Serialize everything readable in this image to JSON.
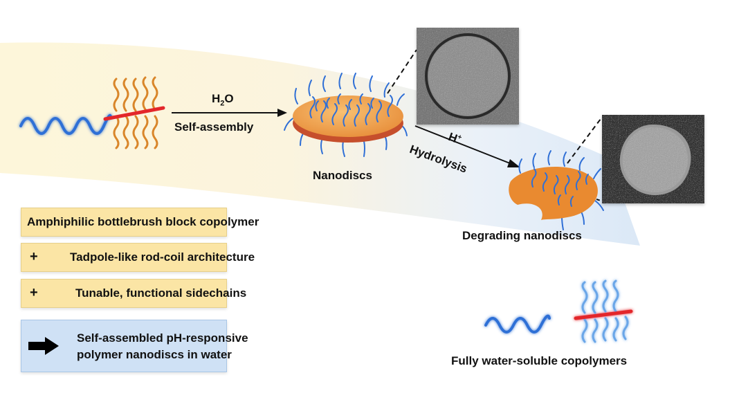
{
  "reaction1": {
    "reagent_main": "H",
    "reagent_sub": "2",
    "reagent_tail": "O",
    "process": "Self-assembly"
  },
  "reaction2": {
    "reagent_main": "H",
    "reagent_sup": "+",
    "process": "Hydrolysis"
  },
  "labels": {
    "nanodiscs": "Nanodiscs",
    "degrading": "Degrading nanodiscs",
    "soluble": "Fully water-soluble copolymers"
  },
  "features": {
    "title": "Amphiphilic bottlebrush block copolymer",
    "plus_symbol": "+",
    "items": [
      "Tadpole-like rod-coil architecture",
      "Tunable, functional sidechains"
    ]
  },
  "outcome": {
    "line1": "Self-assembled pH-responsive",
    "line2": "polymer nanodiscs in water"
  },
  "colors": {
    "coil": "#2f6fd6",
    "backbone": "#e3262a",
    "sidechain": "#d9862a",
    "disc_top": "#f2a24a",
    "disc_edge": "#c64f2c",
    "band_left": "#fdf3cf",
    "band_right": "#dfeaf7"
  }
}
